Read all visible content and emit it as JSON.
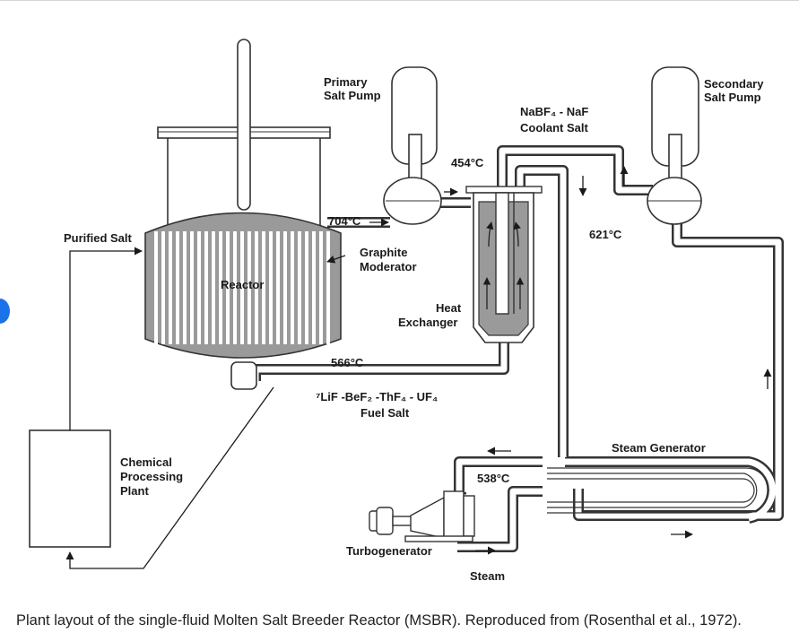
{
  "labels": {
    "primary_pump": [
      "Primary",
      "Salt Pump"
    ],
    "secondary_pump": [
      "Secondary",
      "Salt Pump"
    ],
    "coolant_formula": "NaBF₄ - NaF",
    "coolant_salt": "Coolant Salt",
    "temp_454": "454°C",
    "temp_704": "704°C",
    "temp_621": "621°C",
    "temp_566": "566°C",
    "temp_538": "538°C",
    "purified_salt": "Purified Salt",
    "reactor": "Reactor",
    "graphite_moderator": [
      "Graphite",
      "Moderator"
    ],
    "heat_exchanger": [
      "Heat",
      "Exchanger"
    ],
    "fuel_salt_formula": "⁷LiF -BeF₂ -ThF₄ - UF₄",
    "fuel_salt": "Fuel Salt",
    "chemical_plant": [
      "Chemical",
      "Processing",
      "Plant"
    ],
    "steam_generator": "Steam Generator",
    "turbogenerator": "Turbogenerator",
    "steam": "Steam"
  },
  "caption": "Plant layout of the single-fluid Molten Salt Breeder Reactor (MSBR). Reproduced from (Rosenthal et al., 1972)."
}
